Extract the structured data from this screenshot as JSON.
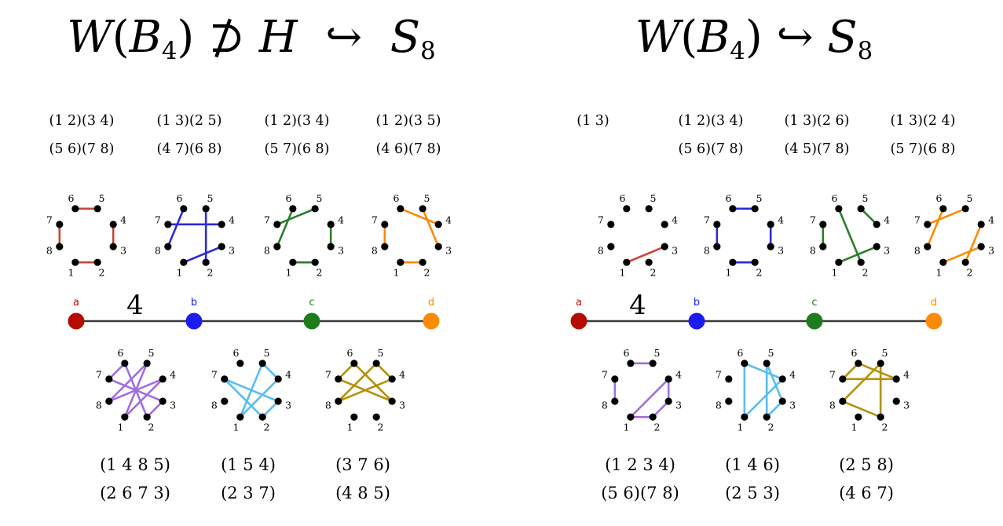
{
  "background": "#ffffff",
  "octagon_node_labels": [
    "1",
    "2",
    "3",
    "4",
    "5",
    "6",
    "7",
    "8"
  ],
  "panels": [
    {
      "name": "left",
      "title": [
        {
          "t": "W",
          "s": "it"
        },
        {
          "t": "(",
          "s": "up"
        },
        {
          "t": "B",
          "s": "it"
        },
        {
          "t": "4",
          "s": "sub"
        },
        {
          "t": ")",
          "s": "up"
        },
        {
          "t": " ⊅ ",
          "s": "up"
        },
        {
          "t": "H",
          "s": "it"
        },
        {
          "t": "  ↪  ",
          "s": "up"
        },
        {
          "t": "S",
          "s": "it"
        },
        {
          "t": "8",
          "s": "sub"
        }
      ],
      "top_graphs": [
        {
          "color": "#c8453c",
          "label_lines": [
            "(1 2)(3 4)",
            "(5 6)(7 8)"
          ],
          "edges": [
            [
              1,
              2
            ],
            [
              3,
              4
            ],
            [
              5,
              6
            ],
            [
              7,
              8
            ]
          ]
        },
        {
          "color": "#2b2bd8",
          "label_lines": [
            "(1 3)(2 5)",
            "(4 7)(6 8)"
          ],
          "edges": [
            [
              1,
              3
            ],
            [
              2,
              5
            ],
            [
              4,
              7
            ],
            [
              6,
              8
            ]
          ]
        },
        {
          "color": "#2a7e2b",
          "label_lines": [
            "(1 2)(3 4)",
            "(5 7)(6 8)"
          ],
          "edges": [
            [
              1,
              2
            ],
            [
              3,
              4
            ],
            [
              5,
              7
            ],
            [
              6,
              8
            ]
          ]
        },
        {
          "color": "#fb8b05",
          "label_lines": [
            "(1 2)(3 5)",
            "(4 6)(7 8)"
          ],
          "edges": [
            [
              1,
              2
            ],
            [
              3,
              5
            ],
            [
              4,
              6
            ],
            [
              7,
              8
            ]
          ]
        }
      ],
      "coxeter": {
        "edge_label": "4",
        "nodes": [
          {
            "label": "a",
            "color": "#b50d00"
          },
          {
            "label": "b",
            "color": "#1c1cee"
          },
          {
            "label": "c",
            "color": "#1e7b1e"
          },
          {
            "label": "d",
            "color": "#fb8b05"
          }
        ]
      },
      "bottom_graphs": [
        {
          "color": "#a06fdb",
          "label_lines": [
            "(1 4 8 5)",
            "(2 6 7 3)"
          ],
          "edges": [
            [
              1,
              4
            ],
            [
              4,
              8
            ],
            [
              8,
              5
            ],
            [
              5,
              1
            ],
            [
              2,
              6
            ],
            [
              6,
              7
            ],
            [
              7,
              3
            ],
            [
              3,
              2
            ]
          ]
        },
        {
          "color": "#58bdf0",
          "label_lines": [
            "(1 5 4)",
            "(2 3 7)"
          ],
          "edges": [
            [
              1,
              5
            ],
            [
              5,
              4
            ],
            [
              4,
              1
            ],
            [
              2,
              3
            ],
            [
              3,
              7
            ],
            [
              7,
              2
            ]
          ]
        },
        {
          "color": "#b3910e",
          "label_lines": [
            "(3 7 6)",
            "(4 8 5)"
          ],
          "edges": [
            [
              3,
              7
            ],
            [
              7,
              6
            ],
            [
              6,
              3
            ],
            [
              4,
              8
            ],
            [
              8,
              5
            ],
            [
              5,
              4
            ]
          ]
        }
      ]
    },
    {
      "name": "right",
      "title": [
        {
          "t": "W",
          "s": "it"
        },
        {
          "t": "(",
          "s": "up"
        },
        {
          "t": "B",
          "s": "it"
        },
        {
          "t": "4",
          "s": "sub"
        },
        {
          "t": ")",
          "s": "up"
        },
        {
          "t": " ↪ ",
          "s": "up"
        },
        {
          "t": "S",
          "s": "it"
        },
        {
          "t": "8",
          "s": "sub"
        }
      ],
      "top_graphs": [
        {
          "color": "#c8453c",
          "label_lines": [
            "(1 3)"
          ],
          "edges": [
            [
              1,
              3
            ]
          ]
        },
        {
          "color": "#2b2bd8",
          "label_lines": [
            "(1 2)(3 4)",
            "(5 6)(7 8)"
          ],
          "edges": [
            [
              1,
              2
            ],
            [
              3,
              4
            ],
            [
              5,
              6
            ],
            [
              7,
              8
            ]
          ]
        },
        {
          "color": "#2a7e2b",
          "label_lines": [
            "(1 3)(2 6)",
            "(4 5)(7 8)"
          ],
          "edges": [
            [
              1,
              3
            ],
            [
              2,
              6
            ],
            [
              4,
              5
            ],
            [
              7,
              8
            ]
          ]
        },
        {
          "color": "#fb8b05",
          "label_lines": [
            "(1 3)(2 4)",
            "(5 7)(6 8)"
          ],
          "edges": [
            [
              1,
              3
            ],
            [
              2,
              4
            ],
            [
              5,
              7
            ],
            [
              6,
              8
            ]
          ]
        }
      ],
      "coxeter": {
        "edge_label": "4",
        "nodes": [
          {
            "label": "a",
            "color": "#b50d00"
          },
          {
            "label": "b",
            "color": "#1c1cee"
          },
          {
            "label": "c",
            "color": "#1e7b1e"
          },
          {
            "label": "d",
            "color": "#fb8b05"
          }
        ]
      },
      "bottom_graphs": [
        {
          "color": "#a06fdb",
          "label_lines": [
            "(1 2 3 4)",
            "(5 6)(7 8)"
          ],
          "edges": [
            [
              1,
              2
            ],
            [
              2,
              3
            ],
            [
              3,
              4
            ],
            [
              4,
              1
            ],
            [
              5,
              6
            ],
            [
              7,
              8
            ]
          ]
        },
        {
          "color": "#58bdf0",
          "label_lines": [
            "(1 4 6)",
            "(2 5 3)"
          ],
          "edges": [
            [
              1,
              4
            ],
            [
              4,
              6
            ],
            [
              6,
              1
            ],
            [
              2,
              5
            ],
            [
              5,
              3
            ],
            [
              3,
              2
            ]
          ]
        },
        {
          "color": "#b3910e",
          "label_lines": [
            "(2 5 8)",
            "(4 6 7)"
          ],
          "edges": [
            [
              2,
              5
            ],
            [
              5,
              8
            ],
            [
              8,
              2
            ],
            [
              4,
              6
            ],
            [
              6,
              7
            ],
            [
              7,
              4
            ]
          ]
        }
      ]
    }
  ]
}
